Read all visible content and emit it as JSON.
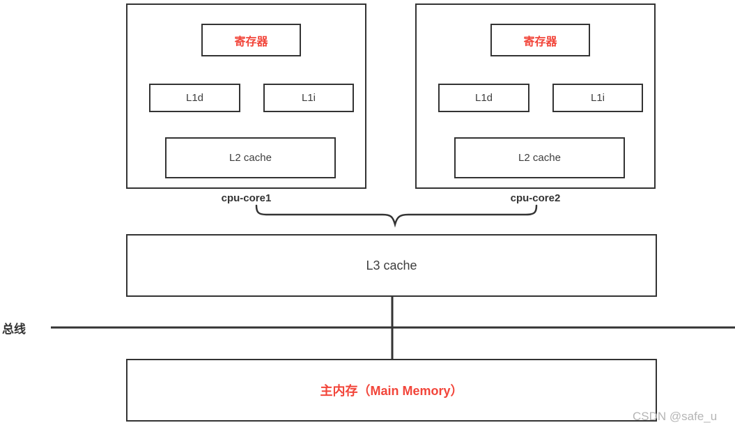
{
  "diagram": {
    "title_semantic": "cpu-cache-hierarchy-diagram",
    "cores": [
      {
        "label": "cpu-core1",
        "register": "寄存器",
        "l1d": "L1d",
        "l1i": "L1i",
        "l2": "L2 cache"
      },
      {
        "label": "cpu-core2",
        "register": "寄存器",
        "l1d": "L1d",
        "l1i": "L1i",
        "l2": "L2 cache"
      }
    ],
    "l3": {
      "label": "L3 cache"
    },
    "bus": {
      "label": "总线"
    },
    "main_memory": {
      "label": "主内存（Main Memory）"
    },
    "watermark": "CSDN @safe_u",
    "colors": {
      "line": "#333333",
      "accent_red": "#f2453a",
      "text_dark": "#3d3d3d",
      "watermark_gray": "#b5b5b5"
    }
  }
}
